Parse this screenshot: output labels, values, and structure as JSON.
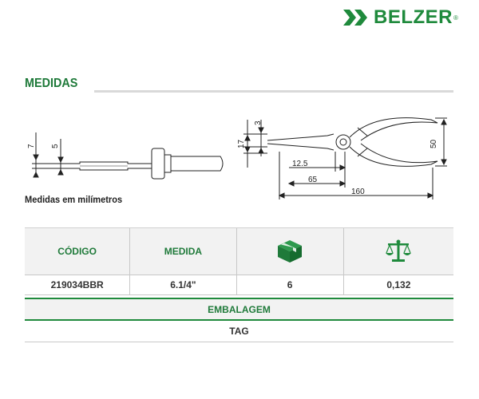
{
  "brand": {
    "name": "BELZER",
    "reg": "®",
    "color": "#1f8a3c"
  },
  "section": {
    "title": "MEDIDAS"
  },
  "drawing": {
    "caption": "Medidas em milímetros",
    "side_dims": [
      "7",
      "5"
    ],
    "top_dims": [
      "3",
      "17",
      "12.5",
      "65",
      "160",
      "50"
    ]
  },
  "table": {
    "headers": {
      "code": "CÓDIGO",
      "size": "MEDIDA",
      "box_icon": "box-icon",
      "scale_icon": "scale-icon"
    },
    "row": {
      "code": "219034BBR",
      "size": "6.1/4\"",
      "qty": "6",
      "weight": "0,132"
    },
    "packaging_label": "EMBALAGEM",
    "packaging_value": "TAG"
  }
}
